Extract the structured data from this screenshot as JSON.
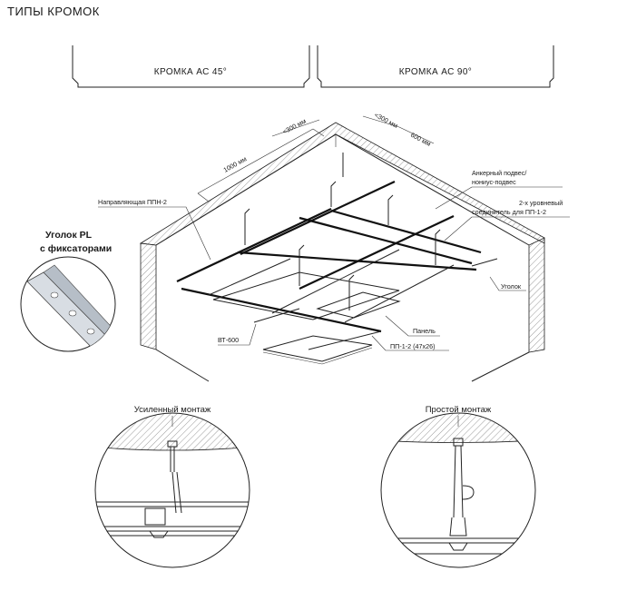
{
  "title": "ТИПЫ КРОМОК",
  "edges": [
    {
      "label": "КРОМКА АС 45°"
    },
    {
      "label": "КРОМКА АС 90°"
    }
  ],
  "labels": {
    "napravl": "Направляющая ППН-2",
    "ankerny_1": "Анкерный подвес/",
    "ankerny_2": "нониус-подвес",
    "soed_1": "2-х уровневый",
    "soed_2": "соединитель для ПП-1-2",
    "ugolok": "Уголок",
    "panel": "Панель",
    "pp": "ПП-1-2 (47x26)",
    "bt": "ВТ-600"
  },
  "dimensions": {
    "d1000": "1000 мм",
    "d300a": "<300 мм",
    "d300b": "<300 мм",
    "d600": "600 мм"
  },
  "corner_profile": {
    "line1": "Уголок PL",
    "line2": "с фиксаторами"
  },
  "sections": [
    {
      "title": "Усиленный монтаж"
    },
    {
      "title": "Простой монтаж"
    }
  ]
}
